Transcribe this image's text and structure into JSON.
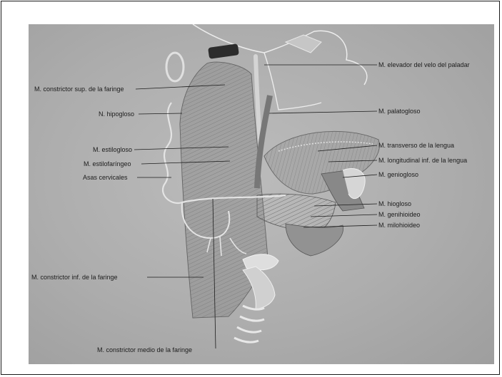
{
  "figure": {
    "labels": {
      "constrictor_sup": "M. constrictor sup. de la faringe",
      "hipogloso": "N. hipogloso",
      "estilogloso": "M. estilogloso",
      "estilofaringeo": "M. estilofaríngeo",
      "asas_cervicales": "Asas cervicales",
      "constrictor_inf": "M. constrictor inf. de la faringe",
      "constrictor_medio": "M. constrictor medio de la faringe",
      "elevador_velo": "M. elevador del velo del paladar",
      "palatogloso": "M. palatogloso",
      "transverso_lengua": "M. transverso de la lengua",
      "longitudinal_inf": "M. longitudinal inf. de la lengua",
      "geniogloso": "M. geniogloso",
      "hiogloso": "M. hiogloso",
      "genihioideo": "M. genihioideo",
      "milohioideo": "M. milohioideo"
    }
  },
  "colors": {
    "page": "#ffffff",
    "photo": "#adadad",
    "muscle": "#8e8e8e",
    "muscle_dark": "#7a7a7a",
    "bone": "#d9d9d9",
    "line": "#1c1c1c"
  }
}
